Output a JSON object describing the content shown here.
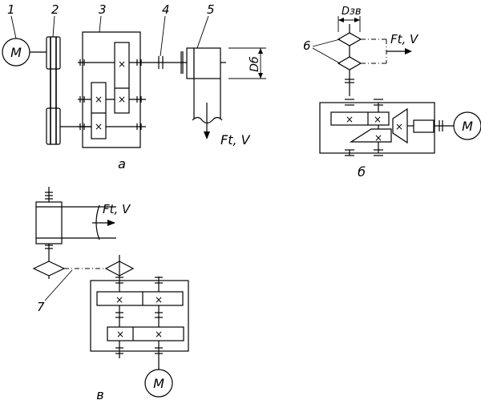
{
  "diagram": {
    "callouts": {
      "motor_num": "1",
      "belt_num": "2",
      "gearbox_num": "3",
      "coupling_num": "4",
      "drum_num": "5",
      "chain_num_b": "6",
      "chain_num_c": "7"
    },
    "motor_label": "M",
    "cross_mark": "×",
    "drum_diameter_label": "Dб",
    "sprocket_diameter_label": "Dзв",
    "force_label_a": "Ft, V",
    "force_label_b": "Ft, V",
    "force_label_c": "Ft, V",
    "scheme_labels": {
      "a": "а",
      "b": "б",
      "c": "в"
    }
  }
}
